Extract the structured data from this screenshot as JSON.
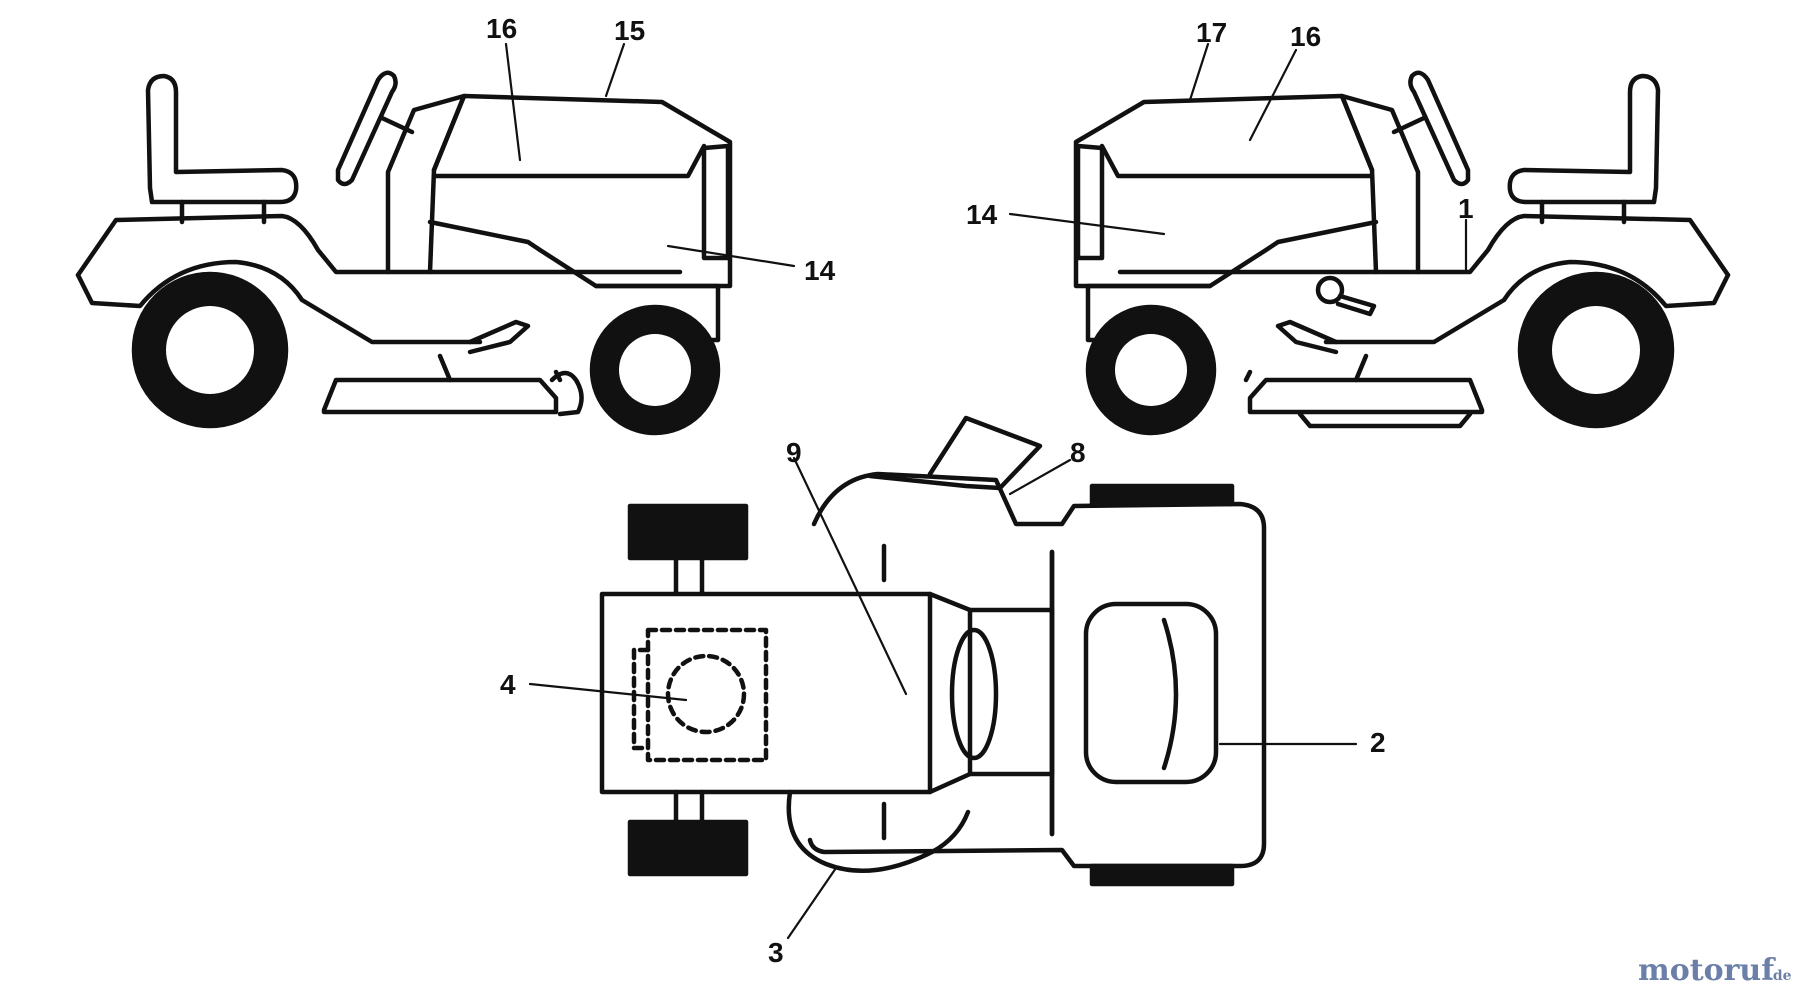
{
  "diagram": {
    "callouts": {
      "left_16": "16",
      "left_15": "15",
      "left_14": "14",
      "right_17": "17",
      "right_16": "16",
      "right_14": "14",
      "right_1": "1",
      "top_9": "9",
      "top_8": "8",
      "top_4": "4",
      "top_2": "2",
      "top_3": "3"
    },
    "watermark": {
      "name": "motoruf",
      "suffix": ".de"
    }
  }
}
